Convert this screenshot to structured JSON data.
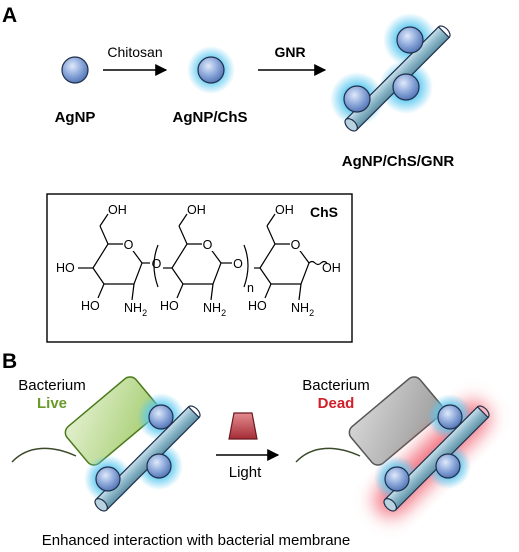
{
  "panel_a": {
    "label": "A",
    "step1_label": "Chitosan",
    "step2_label": "GNR",
    "products": [
      "AgNP",
      "AgNP/ChS",
      "AgNP/ChS/GNR"
    ]
  },
  "chs_structure": {
    "title": "ChS",
    "oh": "OH",
    "ho": "HO",
    "nh2": "NH",
    "subscript_2": "2",
    "ring_o": "O",
    "repeat_n": "n"
  },
  "panel_b": {
    "label": "B",
    "bacterium_label": "Bacterium",
    "live_label": "Live",
    "dead_label": "Dead",
    "light_label": "Light",
    "caption": "Enhanced interaction with bacterial membrane"
  },
  "colors": {
    "nanoparticle": "#8eaadb",
    "chitosan_glow": "#5bc8f0",
    "gold_nanorod": "#8ab6c8",
    "live_text": "#6a9a2a",
    "dead_text": "#d0202a",
    "live_bacterium": "#b6d98a",
    "dead_bacterium": "#b4b4b4",
    "light_source": "#c84a52",
    "heat_glow": "#f06070"
  },
  "icons": [
    "silver-nanoparticle-icon",
    "gold-nanorod-icon",
    "light-source-icon",
    "reaction-arrow-icon"
  ]
}
